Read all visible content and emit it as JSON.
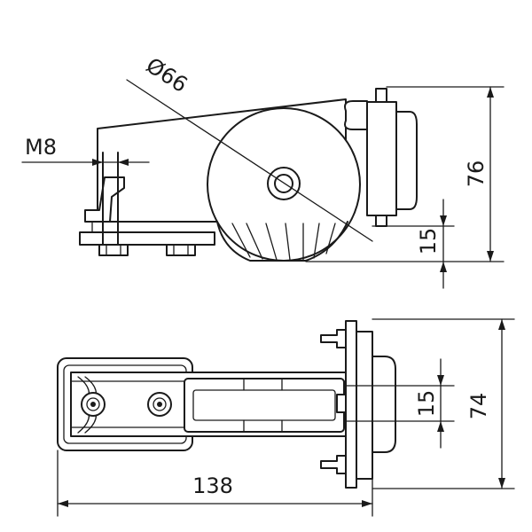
{
  "dimensions": {
    "diameter": "Ø66",
    "thread": "M8",
    "height_side": "76",
    "offset_side": "15",
    "width_top": "74",
    "offset_top": "15",
    "length": "138"
  },
  "colors": {
    "line": "#1a1a1a",
    "background": "#ffffff"
  }
}
